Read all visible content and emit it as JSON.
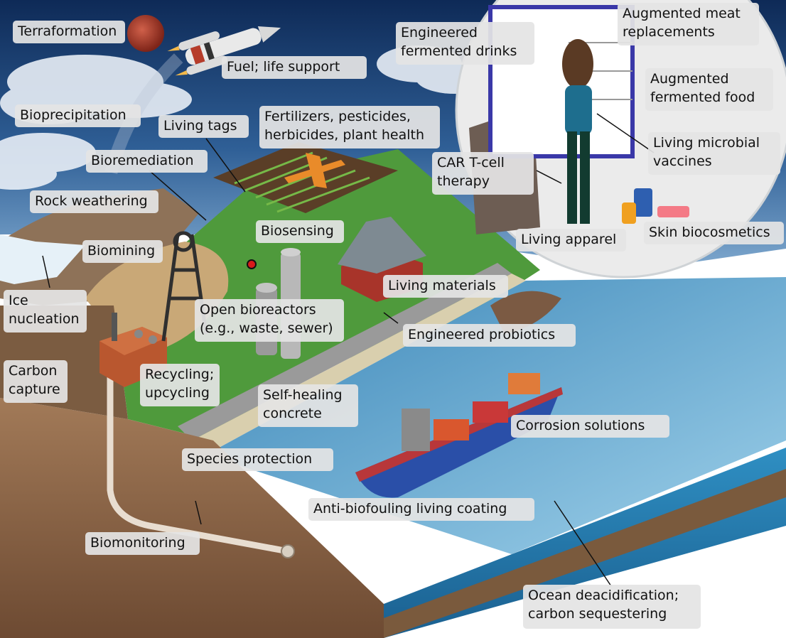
{
  "labels": {
    "terraformation": "Terraformation",
    "fuel": "Fuel; life support",
    "bioprecipitation": "Bioprecipitation",
    "living_tags": "Living tags",
    "fertilizers": "Fertilizers, pesticides, herbicides, plant health",
    "bioremediation": "Bioremediation",
    "rock_weathering": "Rock weathering",
    "biosensing": "Biosensing",
    "biomining": "Biomining",
    "ice_nucleation": "Ice nucleation",
    "open_bioreactors": "Open bioreactors (e.g., waste, sewer)",
    "living_materials": "Living materials",
    "engineered_probiotics": "Engineered probiotics",
    "carbon_capture": "Carbon capture",
    "recycling": "Recycling; upcycling",
    "self_healing": "Self-healing concrete",
    "corrosion": "Corrosion solutions",
    "species_protection": "Species protection",
    "anti_biofouling": "Anti-biofouling living coating",
    "biomonitoring": "Biomonitoring",
    "ocean": "Ocean deacidification; carbon sequestering",
    "fermented_drinks": "Engineered fermented drinks",
    "meat": "Augmented meat replacements",
    "fermented_food": "Augmented fermented food",
    "vaccines": "Living microbial vaccines",
    "car_t": "CAR T-cell therapy",
    "skin": "Skin biocosmetics",
    "apparel": "Living apparel"
  }
}
